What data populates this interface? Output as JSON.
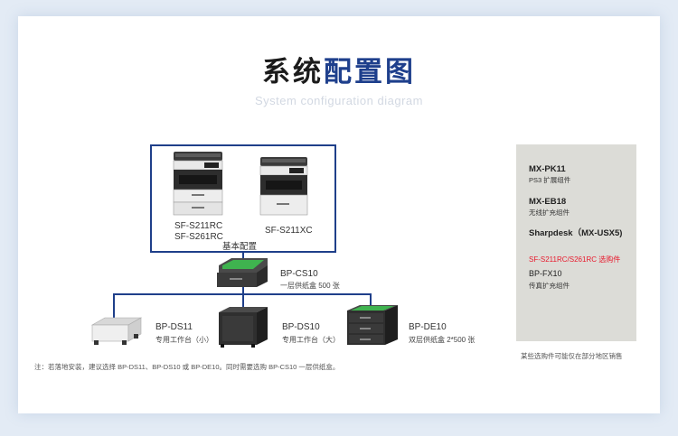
{
  "header": {
    "title_plain": "系统",
    "title_highlight": "配置图",
    "subtitle": "System configuration diagram"
  },
  "basic": {
    "model_a_line1": "SF-S211RC",
    "model_a_line2": "SF-S261RC",
    "model_b": "SF-S211XC",
    "caption": "基本配置"
  },
  "options": {
    "cs10": {
      "name": "BP-CS10",
      "desc": "一层供纸盒 500 张"
    },
    "ds11": {
      "name": "BP-DS11",
      "desc": "专用工作台（小）"
    },
    "ds10": {
      "name": "BP-DS10",
      "desc": "专用工作台（大）"
    },
    "de10": {
      "name": "BP-DE10",
      "desc": "双层供纸盒 2*500 张"
    }
  },
  "footnote": "注：若落地安装，建议选择 BP-DS11、BP-DS10 或 BP-DE10。同时需要选购 BP-CS10 一层供纸盒。",
  "panel": {
    "items": [
      {
        "name": "MX-PK11",
        "desc": "PS3 扩展组件"
      },
      {
        "name": "MX-EB18",
        "desc": "无线扩充组件"
      },
      {
        "name": "Sharpdesk（MX-USX5)"
      }
    ],
    "red_text": "SF-S211RC/S261RC 选购件",
    "fax": {
      "name": "BP-FX10",
      "desc": "传真扩充组件"
    },
    "caption": "某些选购件可能仅在部分地区销售"
  },
  "colors": {
    "accent": "#1e3f8c",
    "connector": "#1f3f8a",
    "panel_bg": "#dcdcd7",
    "red": "#e8192c",
    "tray_green": "#3fb34f"
  }
}
